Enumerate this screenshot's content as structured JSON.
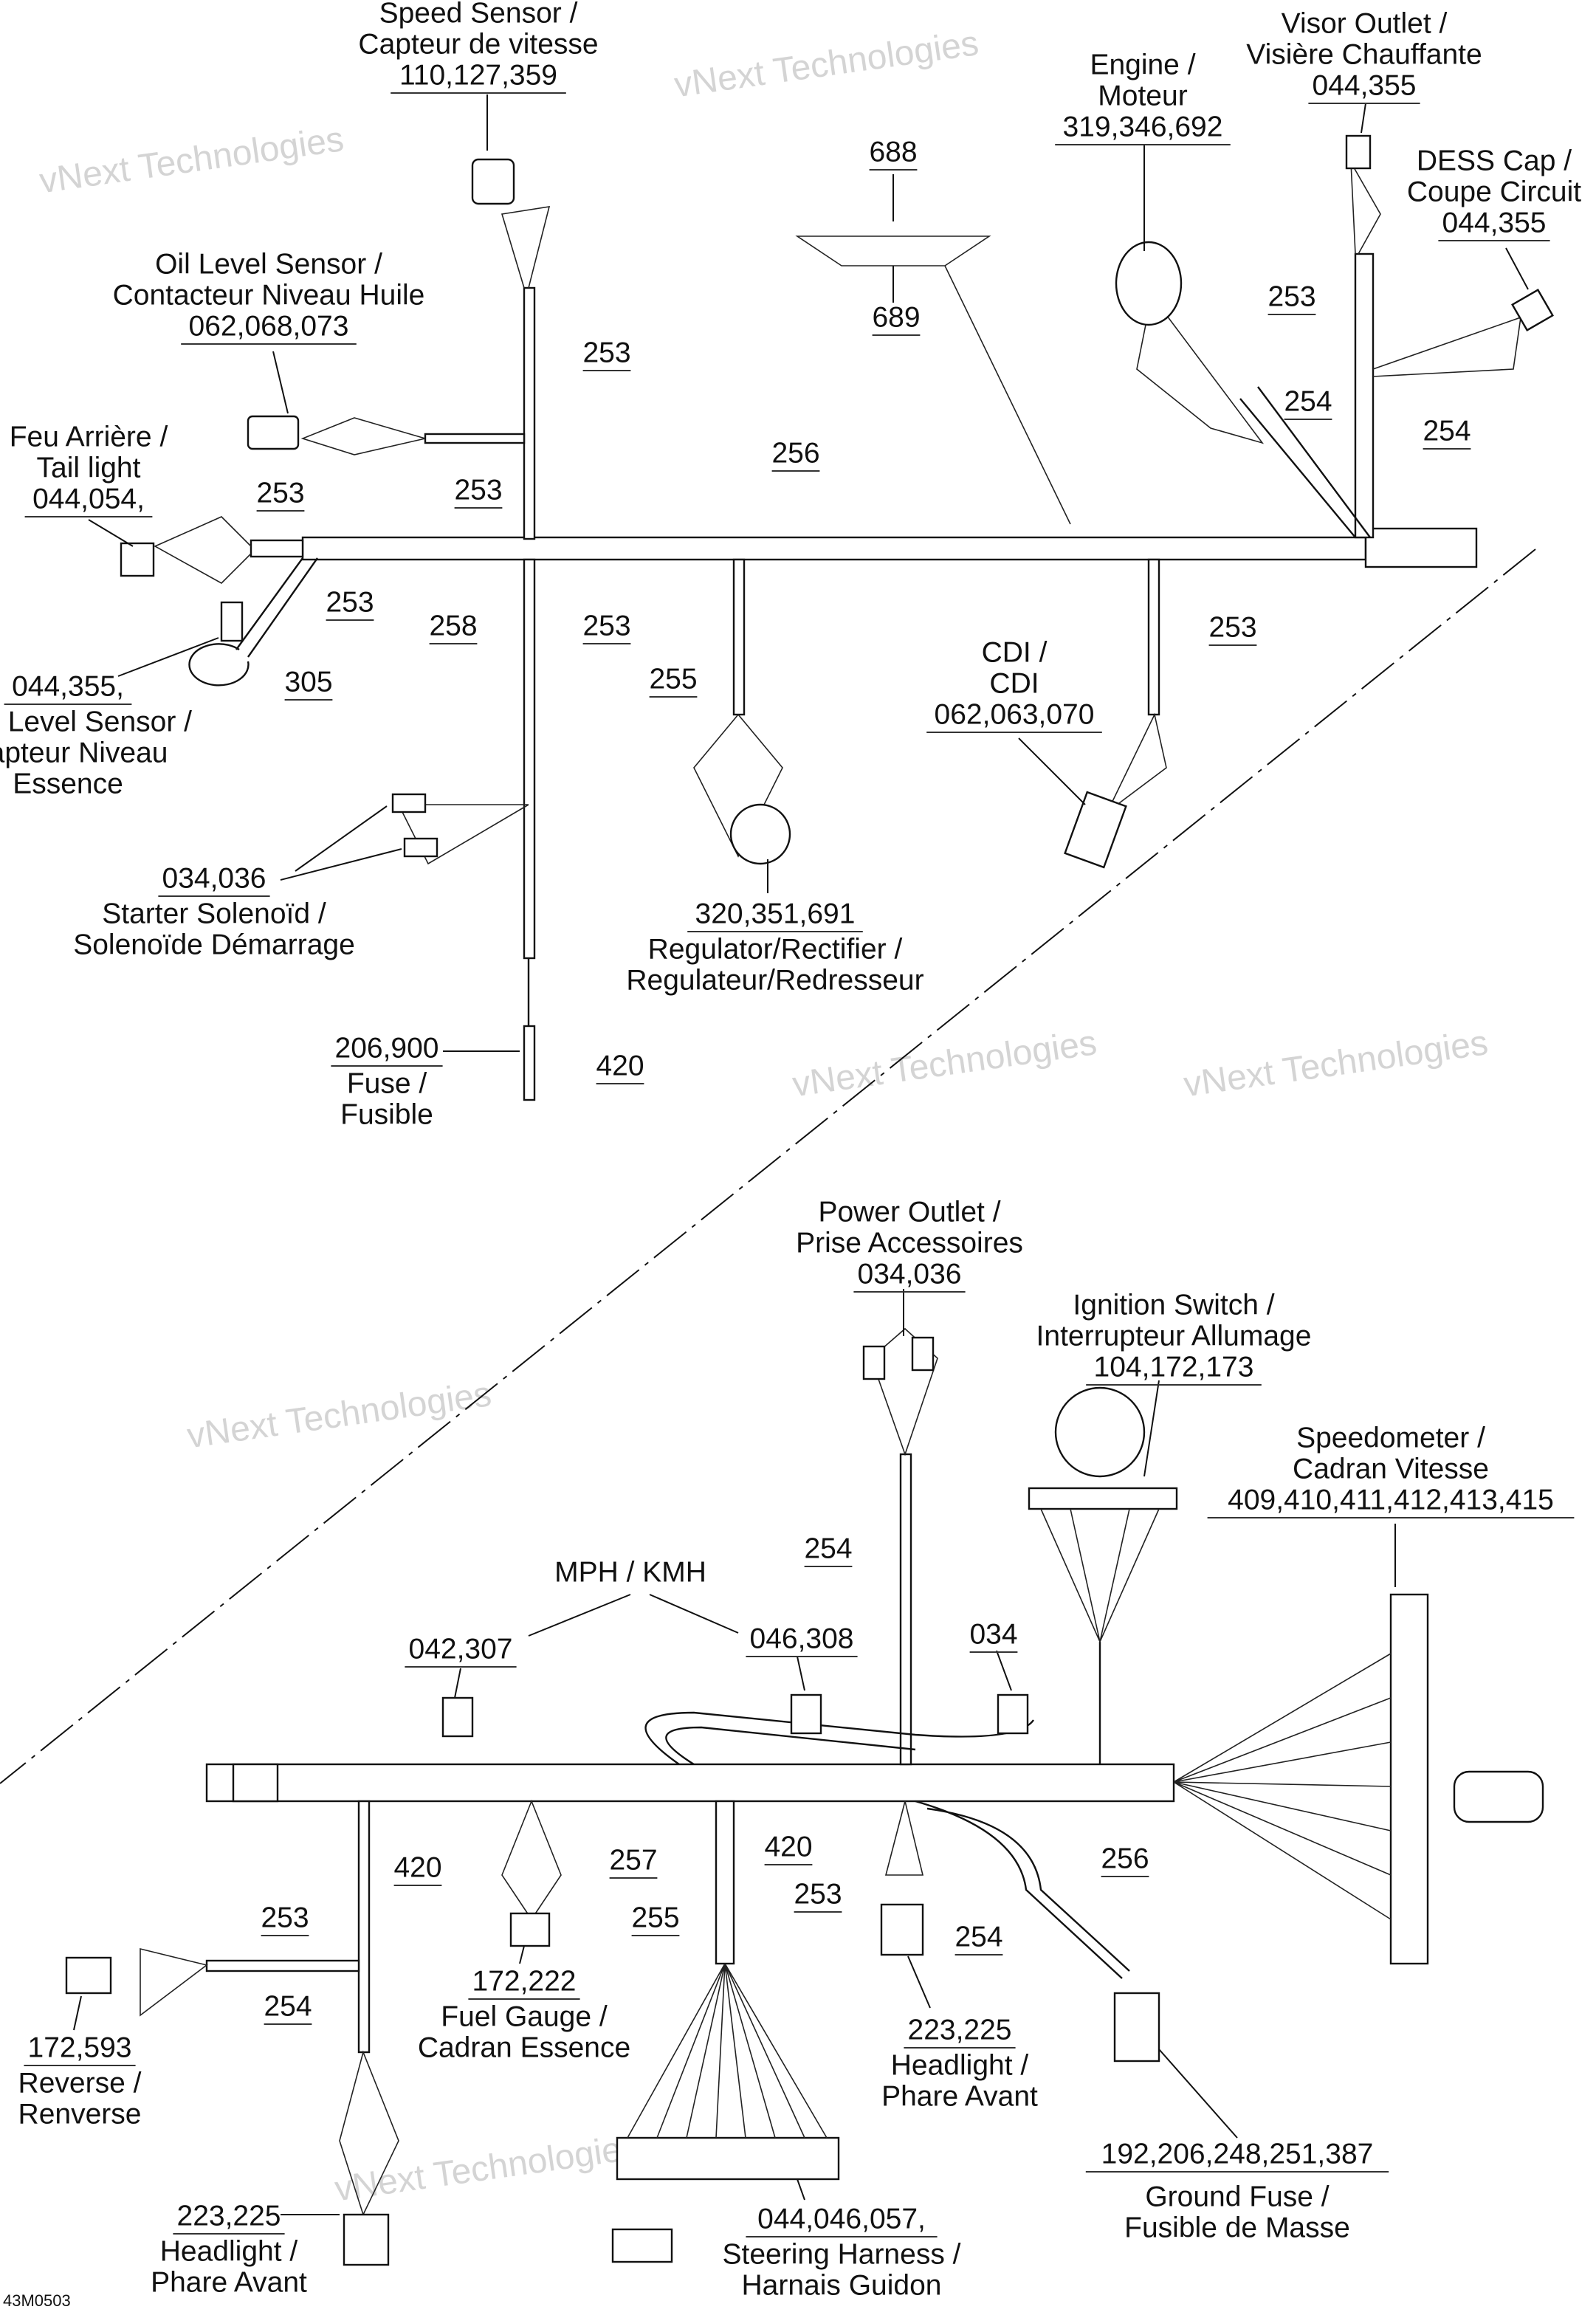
{
  "diagram_code": "43M0503",
  "watermark": "vNext Technologies",
  "components": [
    {
      "lines": [
        "Speed Sensor /",
        "Capteur de vitesse"
      ],
      "parts": "110,127,359"
    },
    {
      "lines": [
        "Visor Outlet /",
        "Visière Chauffante"
      ],
      "parts": "044,355"
    },
    {
      "lines": [
        "Engine /",
        "Moteur"
      ],
      "parts": "319,346,692"
    },
    {
      "lines": [
        "DESS Cap /",
        "Coupe Circuit"
      ],
      "parts": "044,355"
    },
    {
      "lines": [
        "Oil Level Sensor /",
        "Contacteur Niveau Huile"
      ],
      "parts": "062,068,073"
    },
    {
      "lines": [
        "Feu Arrière /",
        "Tail light"
      ],
      "parts": "044,054,"
    },
    {
      "lines": [
        "Fuel Level Sensor /",
        "Capteur Niveau",
        "Essence"
      ],
      "parts": "044,355,"
    },
    {
      "lines": [
        "Starter Solenoïd /",
        "Solenoïde Démarrage"
      ],
      "parts": "034,036"
    },
    {
      "lines": [
        "CDI /",
        "CDI"
      ],
      "parts": "062,063,070"
    },
    {
      "lines": [
        "Regulator/Rectifier /",
        "Regulateur/Redresseur"
      ],
      "parts": "320,351,691"
    },
    {
      "lines": [
        "Fuse /",
        "Fusible"
      ],
      "parts": "206,900"
    },
    {
      "lines": [
        "Power Outlet /",
        "Prise Accessoires"
      ],
      "parts": "034,036"
    },
    {
      "lines": [
        "Ignition Switch /",
        "Interrupteur Allumage"
      ],
      "parts": "104,172,173"
    },
    {
      "lines": [
        "Speedometer /",
        "Cadran Vitesse"
      ],
      "parts": "409,410,411,412,413,415"
    },
    {
      "lines": [
        "Fuel Gauge /",
        "Cadran Essence"
      ],
      "parts": "172,222"
    },
    {
      "lines": [
        "Headlight /",
        "Phare Avant"
      ],
      "parts": "223,225"
    },
    {
      "lines": [
        "Reverse /",
        "Renverse"
      ],
      "parts": "172,593"
    },
    {
      "lines": [
        "Ground Fuse /",
        "Fusible de Masse"
      ],
      "parts": "192,206,248,251,387"
    },
    {
      "lines": [
        "Headlight /",
        "Phare Avant"
      ],
      "parts": "223,225"
    },
    {
      "lines": [
        "Steering Harness /",
        "Harnais Guidon"
      ],
      "parts": "044,046,057,"
    },
    {
      "lines": [
        "MPH / KMH"
      ],
      "parts": ""
    }
  ],
  "part_callouts": [
    "688",
    "689",
    "042,307",
    "046,308",
    "034"
  ],
  "wire_refs": [
    "253",
    "253",
    "253",
    "254",
    "254",
    "256",
    "253",
    "253",
    "258",
    "253",
    "305",
    "255",
    "253",
    "420",
    "254",
    "420",
    "257",
    "420",
    "253",
    "256",
    "253",
    "255",
    "254",
    "254"
  ]
}
